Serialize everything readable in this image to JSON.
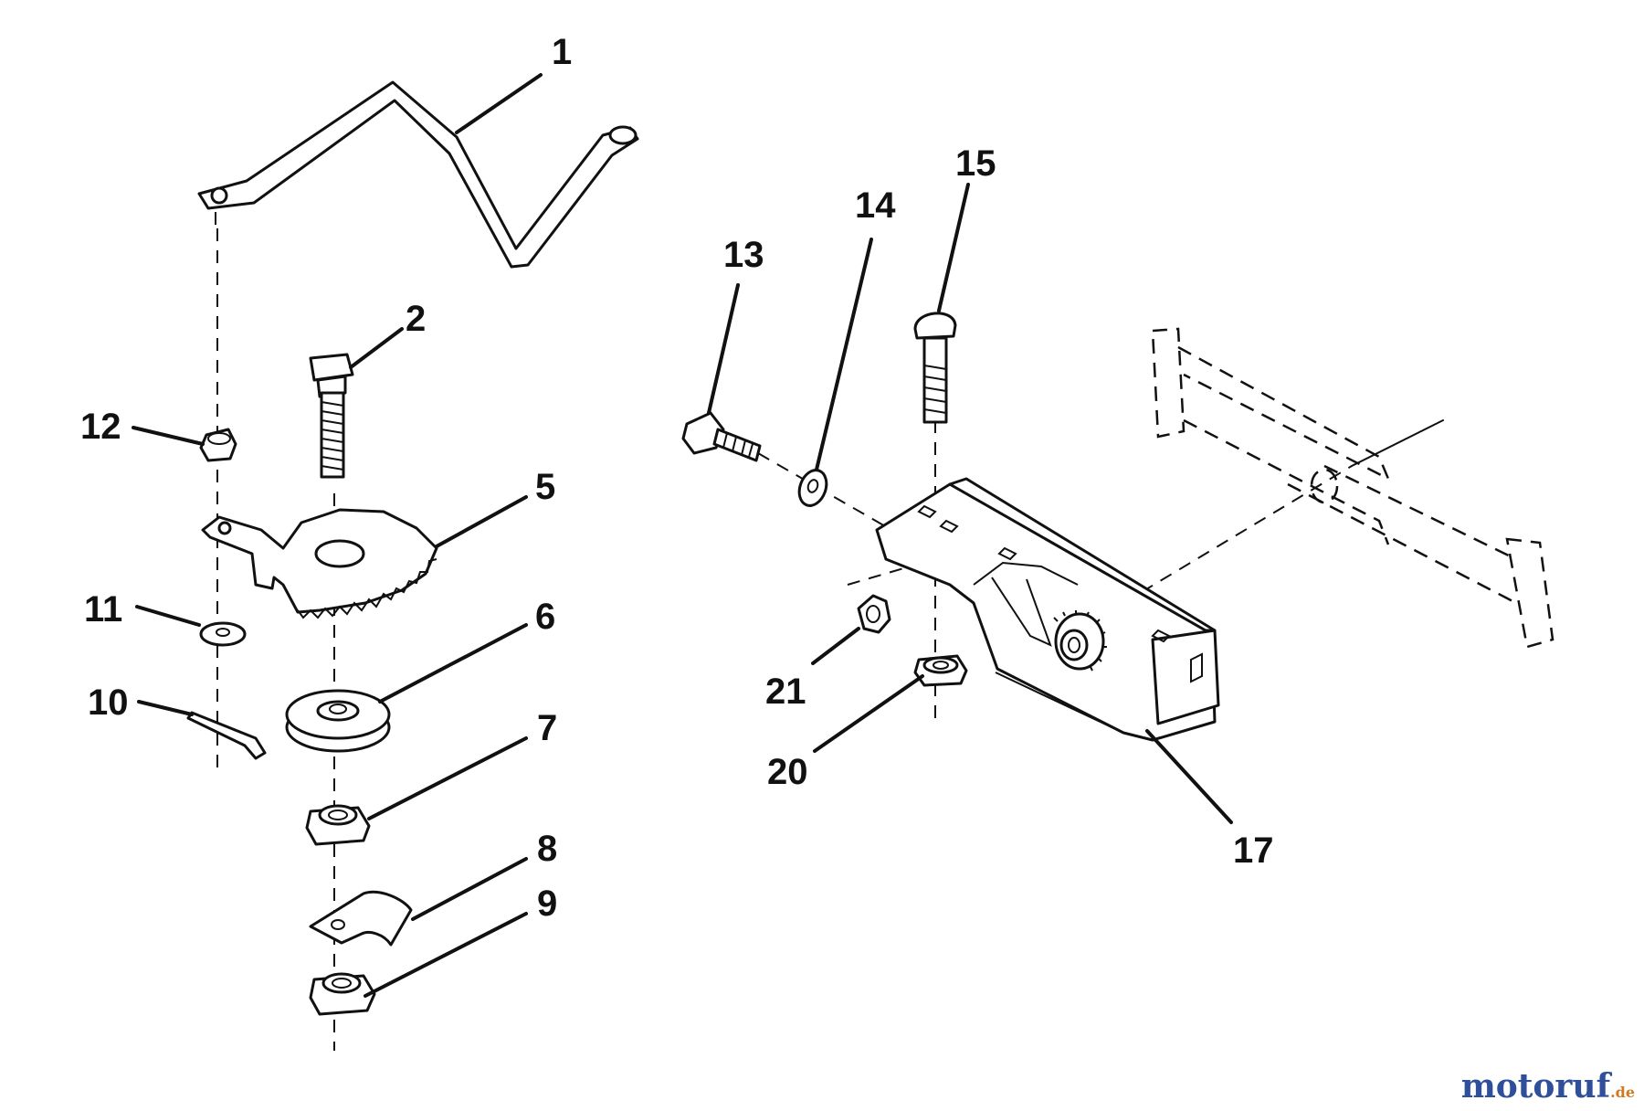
{
  "callouts": {
    "c1": "1",
    "c2": "2",
    "c5": "5",
    "c6": "6",
    "c7": "7",
    "c8": "8",
    "c9": "9",
    "c10": "10",
    "c11": "11",
    "c12": "12",
    "c13": "13",
    "c14": "14",
    "c15": "15",
    "c17": "17",
    "c20": "20",
    "c21": "21"
  },
  "watermark": {
    "main": "motoruf",
    "suffix": ".de"
  },
  "colors": {
    "line": "#111111",
    "watermark_blue": "#2f4f9a",
    "watermark_orange": "#d07a1e"
  }
}
